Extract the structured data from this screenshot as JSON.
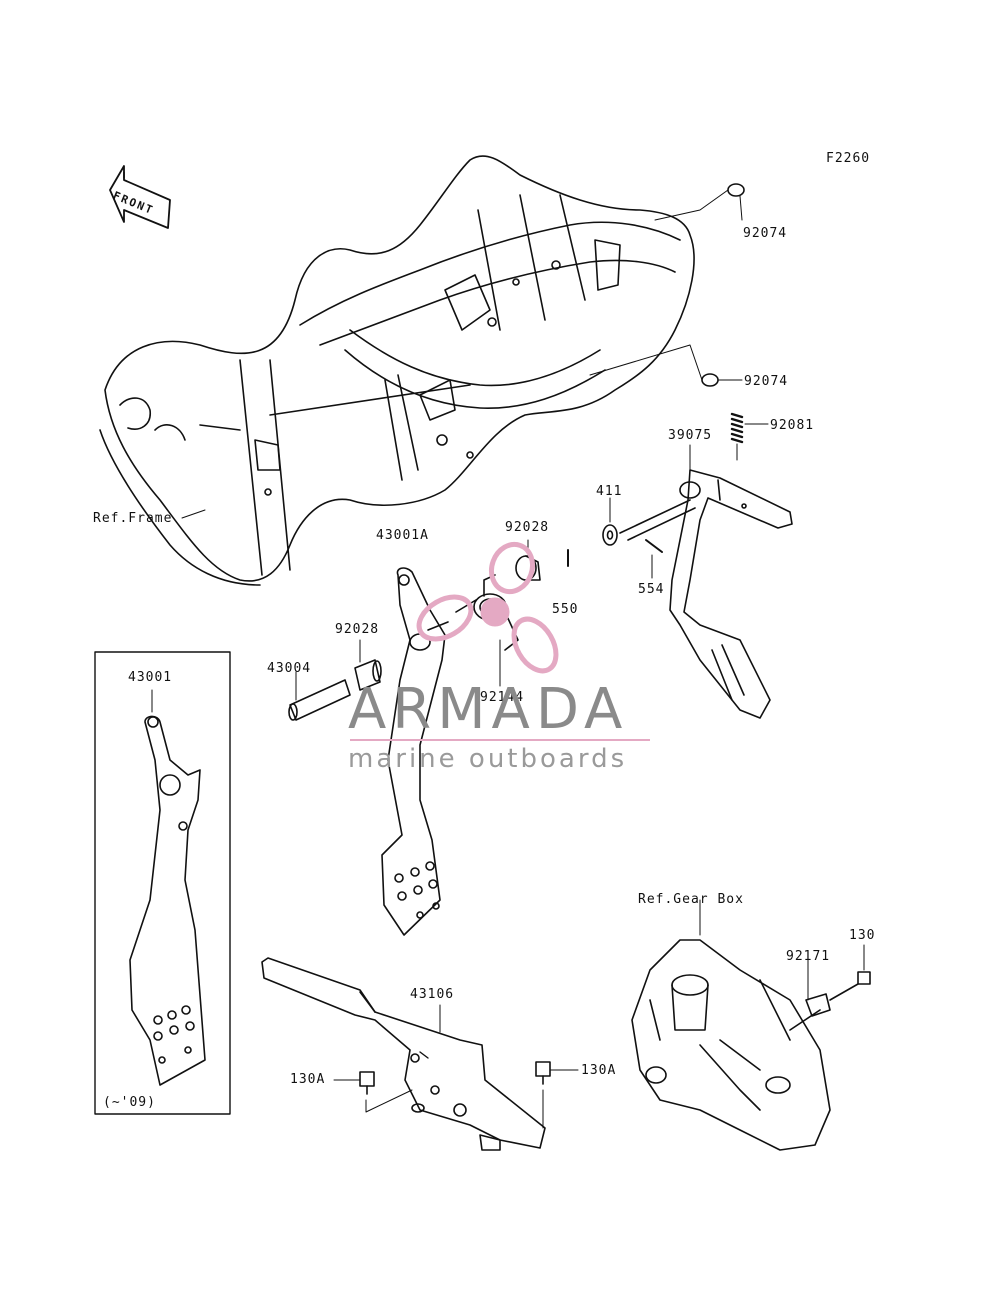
{
  "diagram_code": "F2260",
  "front_marker": "FRONT",
  "watermark": {
    "title": "ARMADA",
    "subtitle": "marine outboards",
    "logo_icon": "propeller-icon",
    "colors": {
      "logo": "#e4a9c3",
      "text": "#8a8a8a"
    }
  },
  "references": {
    "frame": "Ref.Frame",
    "gear_box": "Ref.Gear Box",
    "inset_range": "(~'09)"
  },
  "part_numbers": {
    "p92074_top": "92074",
    "p92074_mid": "92074",
    "p92081": "92081",
    "p39075": "39075",
    "p411": "411",
    "p554": "554",
    "p43001A": "43001A",
    "p92028_top": "92028",
    "p550": "550",
    "p92028_left": "92028",
    "p43004": "43004",
    "p92144": "92144",
    "p43001": "43001",
    "p43106": "43106",
    "p130A_left": "130A",
    "p130A_right": "130A",
    "p92171": "92171",
    "p130": "130"
  }
}
